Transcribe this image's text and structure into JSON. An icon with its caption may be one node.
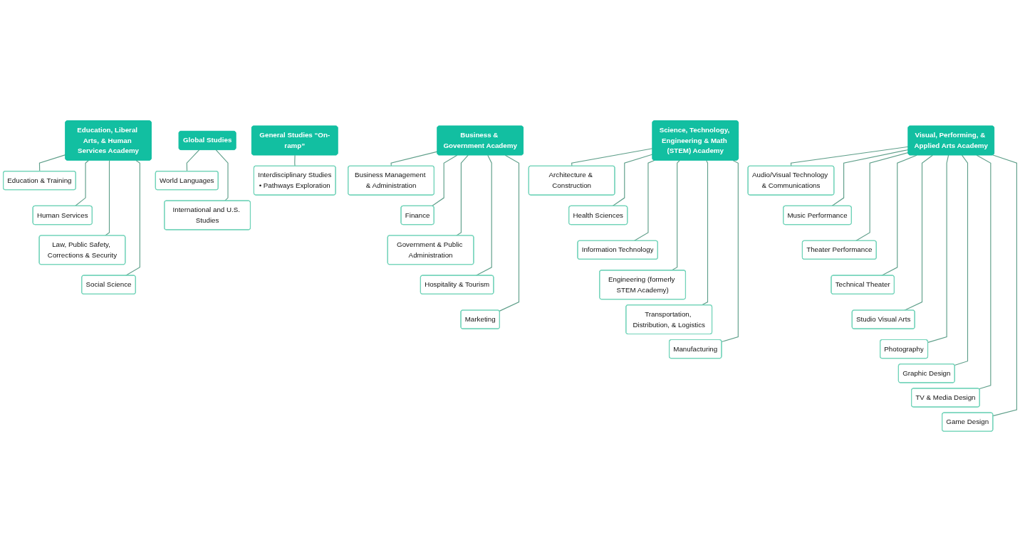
{
  "diagram": {
    "nodes": [
      {
        "text": [
          "Science, Technology, Engineering & Math (STEM) Academy"
        ]
      },
      {
        "text": [
          "Architecture & Construction"
        ]
      },
      {
        "text": [
          "Health Sciences"
        ]
      },
      {
        "text": [
          "Information Technology"
        ]
      },
      {
        "text": [
          "Engineering (formerly STEM Academy)"
        ]
      },
      {
        "text": [
          "Transportation, Distribution, & Logistics"
        ]
      },
      {
        "text": [
          "Manufacturing"
        ]
      },
      {
        "text": [
          "Business & Government Academy"
        ]
      },
      {
        "text": [
          "Business Management & Administration"
        ]
      },
      {
        "text": [
          "Finance"
        ]
      },
      {
        "text": [
          "Government & Public Administration"
        ]
      },
      {
        "text": [
          "Hospitality & Tourism"
        ]
      },
      {
        "text": [
          "Marketing"
        ]
      },
      {
        "text": [
          "Education, Liberal Arts, & Human Services Academy"
        ]
      },
      {
        "text": [
          "Education & Training"
        ]
      },
      {
        "text": [
          "Human Services"
        ]
      },
      {
        "text": [
          "Law, Public Safety, Corrections & Security"
        ]
      },
      {
        "text": [
          "Social Science"
        ]
      },
      {
        "text": [
          "Visual, Performing, & Applied Arts Academy"
        ]
      },
      {
        "text": [
          "Audio/Visual Technology & Communications"
        ]
      },
      {
        "text": [
          "Music Performance"
        ]
      },
      {
        "text": [
          "Theater Performance"
        ]
      },
      {
        "text": [
          "Technical Theater"
        ]
      },
      {
        "text": [
          "Studio Visual Arts"
        ]
      },
      {
        "text": [
          "Photography"
        ]
      },
      {
        "text": [
          "Graphic Design"
        ]
      },
      {
        "text": [
          "TV & Media Design"
        ]
      },
      {
        "text": [
          "Game Design"
        ]
      },
      {
        "text": [
          "Global Studies"
        ]
      },
      {
        "text": [
          "World Languages"
        ]
      },
      {
        "text": [
          "International and U.S. Studies"
        ]
      },
      {
        "text": [
          "General Studies “On-ramp”"
        ]
      },
      {
        "text": [
          "Interdisciplinary Studies",
          "• Pathways Exploration"
        ]
      }
    ],
    "edges": [
      {
        "from": 0,
        "to": 1,
        "arrow": "none"
      },
      {
        "from": 0,
        "to": 2,
        "arrow": "none"
      },
      {
        "from": 0,
        "to": 3,
        "arrow": "none"
      },
      {
        "from": 0,
        "to": 4,
        "arrow": "none"
      },
      {
        "from": 0,
        "to": 5,
        "arrow": "none"
      },
      {
        "from": 0,
        "to": 6,
        "arrow": "none"
      },
      {
        "from": 7,
        "to": 8,
        "arrow": "none"
      },
      {
        "from": 7,
        "to": 9,
        "arrow": "none"
      },
      {
        "from": 7,
        "to": 10,
        "arrow": "none"
      },
      {
        "from": 7,
        "to": 11,
        "arrow": "none"
      },
      {
        "from": 7,
        "to": 12,
        "arrow": "none"
      },
      {
        "from": 13,
        "to": 14,
        "arrow": "none"
      },
      {
        "from": 13,
        "to": 15,
        "arrow": "none"
      },
      {
        "from": 13,
        "to": 16,
        "arrow": "none"
      },
      {
        "from": 13,
        "to": 17,
        "arrow": "none"
      },
      {
        "from": 18,
        "to": 19,
        "arrow": "none"
      },
      {
        "from": 18,
        "to": 20,
        "arrow": "none"
      },
      {
        "from": 18,
        "to": 21,
        "arrow": "none"
      },
      {
        "from": 18,
        "to": 22,
        "arrow": "none"
      },
      {
        "from": 18,
        "to": 23,
        "arrow": "none"
      },
      {
        "from": 18,
        "to": 24,
        "arrow": "none"
      },
      {
        "from": 18,
        "to": 25,
        "arrow": "none"
      },
      {
        "from": 18,
        "to": 26,
        "arrow": "none"
      },
      {
        "from": 18,
        "to": 27,
        "arrow": "none"
      },
      {
        "from": 28,
        "to": 29,
        "arrow": "none"
      },
      {
        "from": 28,
        "to": 30,
        "arrow": "none"
      },
      {
        "from": 31,
        "to": 32,
        "arrow": "none"
      }
    ]
  }
}
